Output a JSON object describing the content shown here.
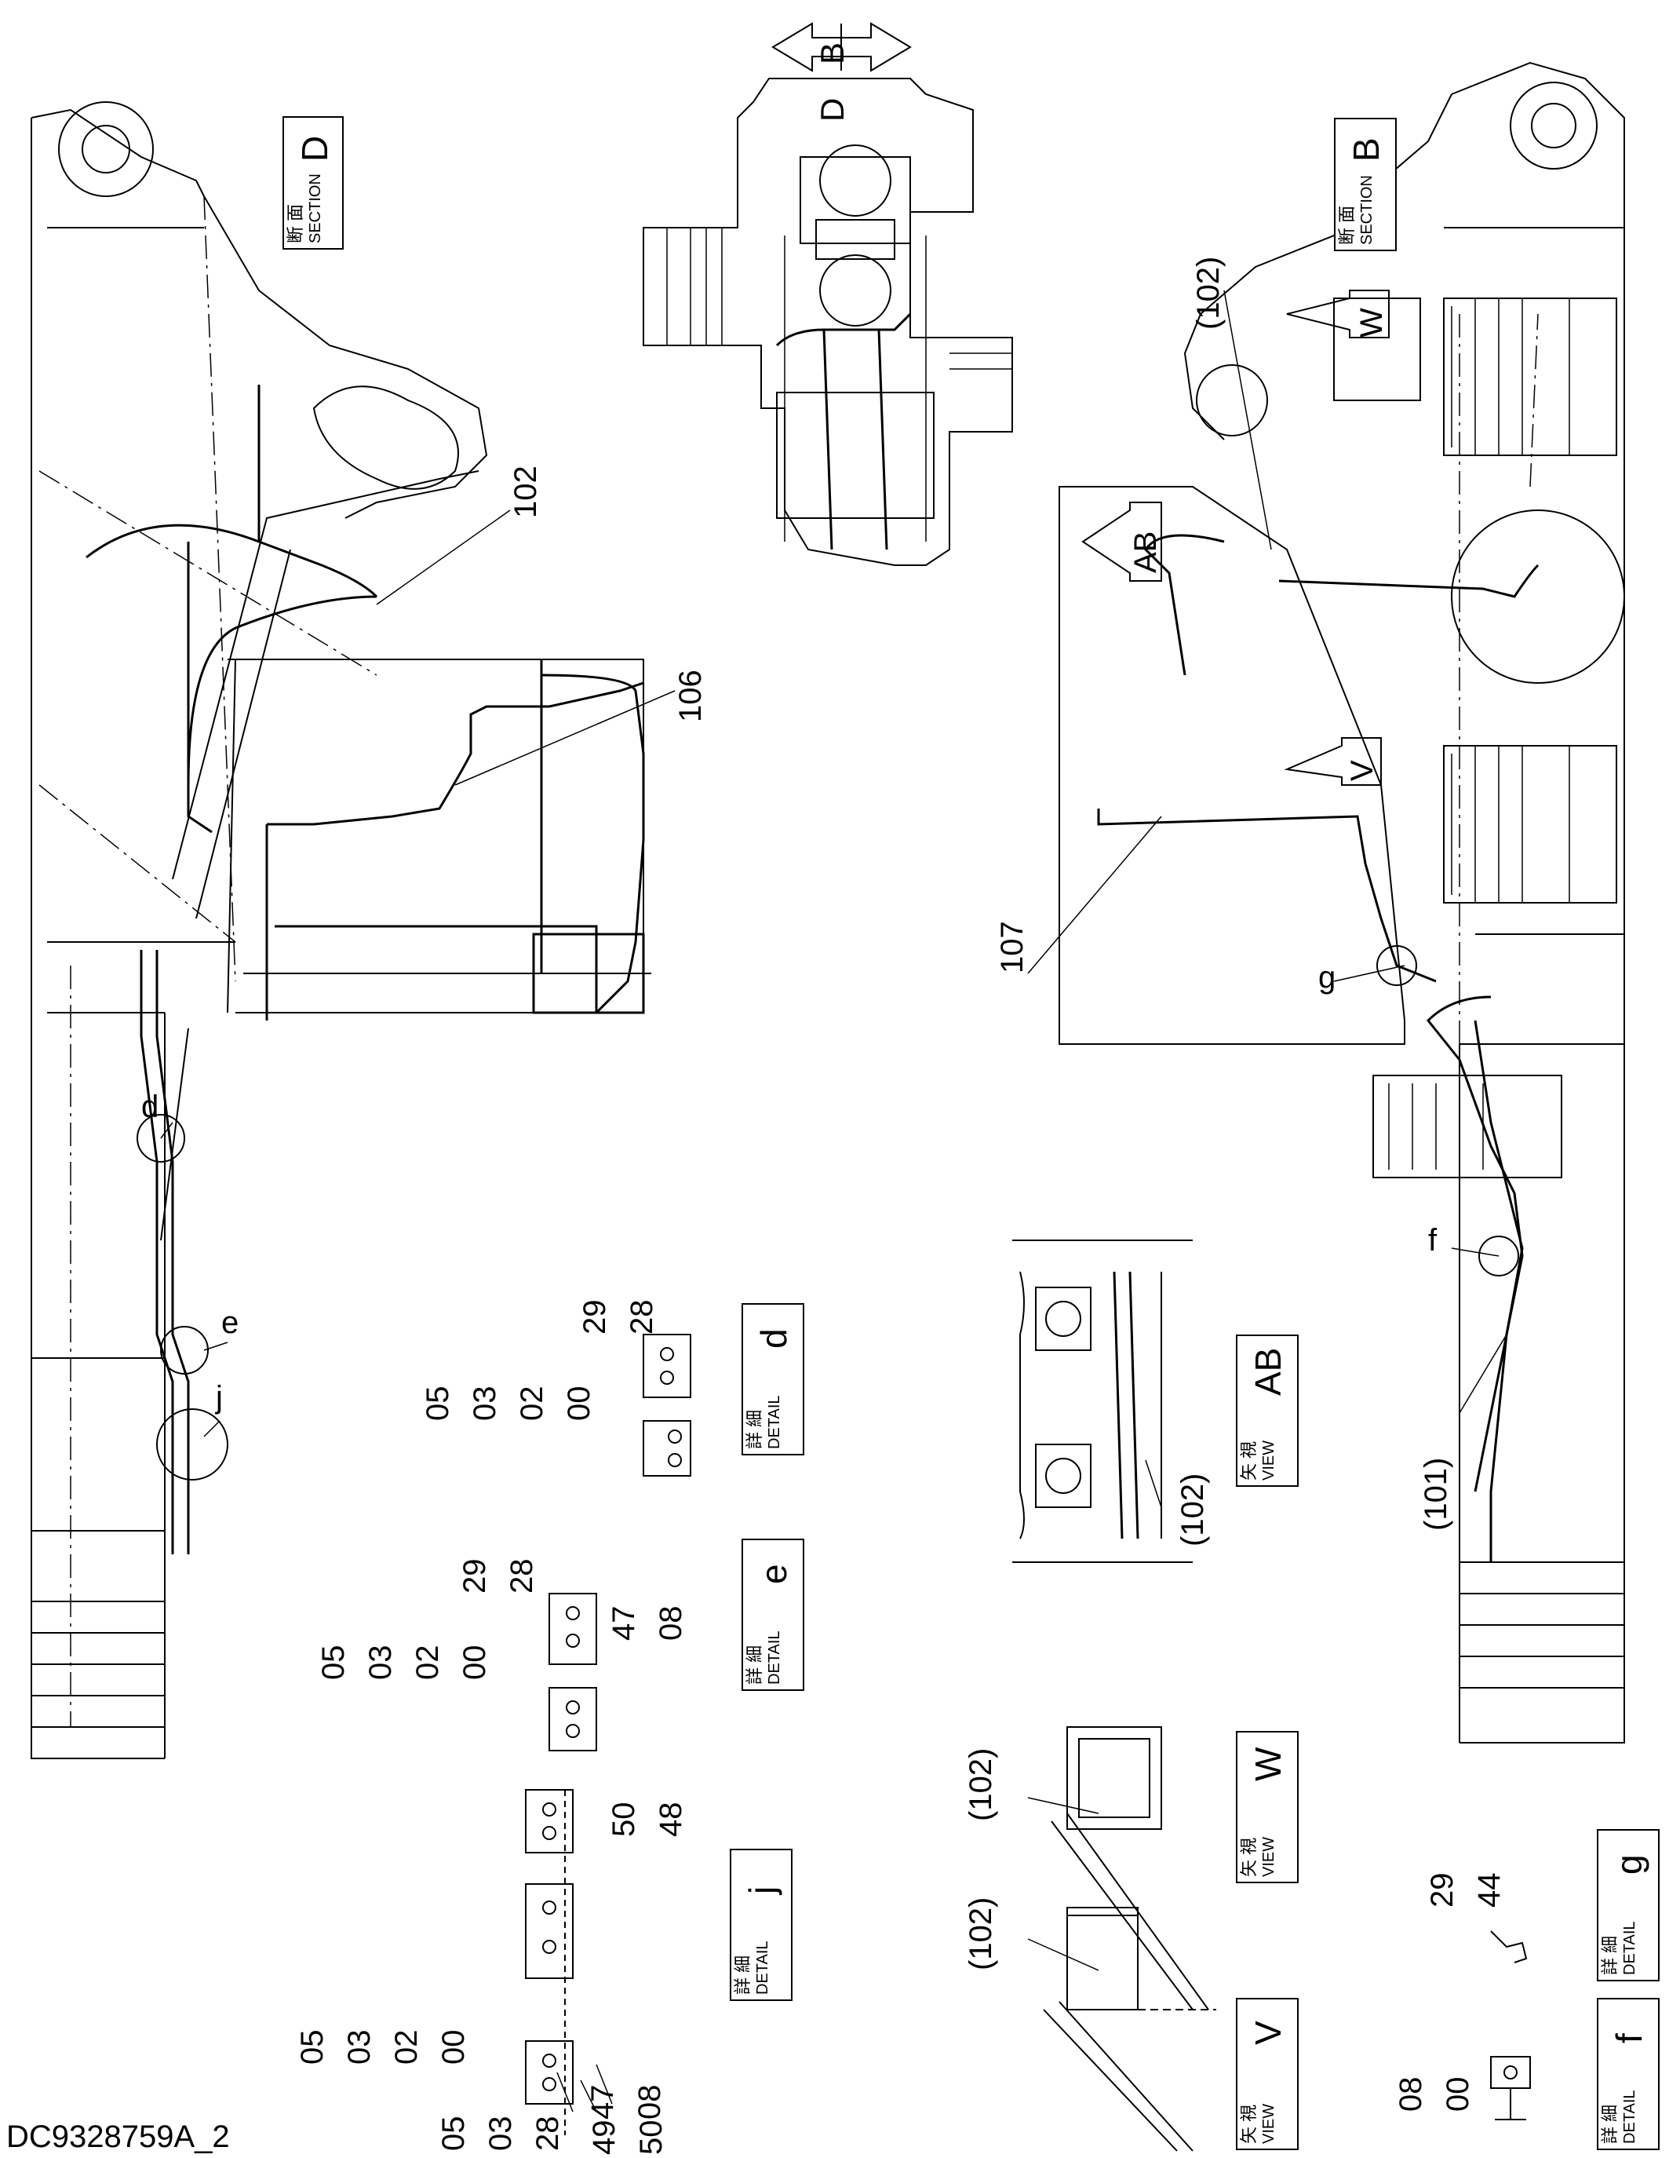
{
  "document": {
    "drawing_number": "DC9328759A_2"
  },
  "direction_arrow": {
    "left_letter": "B",
    "right_letter": "D"
  },
  "boxes": {
    "section_d": {
      "jp": "断 面",
      "en": "SECTION",
      "letter": "D"
    },
    "section_b": {
      "jp": "断 面",
      "en": "SECTION",
      "letter": "B"
    },
    "detail_d": {
      "jp": "詳 細",
      "en": "DETAIL",
      "letter": "d"
    },
    "detail_e": {
      "jp": "詳 細",
      "en": "DETAIL",
      "letter": "e"
    },
    "detail_j": {
      "jp": "詳 細",
      "en": "DETAIL",
      "letter": "j"
    },
    "detail_g": {
      "jp": "詳 細",
      "en": "DETAIL",
      "letter": "g"
    },
    "detail_f": {
      "jp": "詳 細",
      "en": "DETAIL",
      "letter": "f"
    },
    "view_ab": {
      "jp": "矢 視",
      "en": "VIEW",
      "letter": "AB"
    },
    "view_w": {
      "jp": "矢 視",
      "en": "VIEW",
      "letter": "W"
    },
    "view_v": {
      "jp": "矢 視",
      "en": "VIEW",
      "letter": "V"
    }
  },
  "view_markers": {
    "w": "W",
    "ab": "AB",
    "v": "V"
  },
  "callouts": {
    "c102_left": "102",
    "c106": "106",
    "c102_right": "(102)",
    "c107": "107",
    "c101": "(101)",
    "c102_view_ab": "(102)",
    "c102_view_w": "(102)",
    "c102_view_v": "(102)",
    "d": "d",
    "e": "e",
    "j": "j",
    "g": "g",
    "f": "f"
  },
  "detail_d_parts": {
    "p1": "05",
    "p2": "03",
    "p3": "02",
    "p4": "00",
    "p5": "29",
    "p6": "28"
  },
  "detail_e_parts": {
    "p1": "05",
    "p2": "03",
    "p3": "02",
    "p4": "00",
    "p5": "29",
    "p6": "28",
    "p7": "47",
    "p8": "08"
  },
  "detail_j_parts": {
    "p1": "50",
    "p2": "48",
    "p3": "05",
    "p4": "03",
    "p5": "02",
    "p6": "00",
    "p7": "47",
    "p8": "08",
    "p9": "05",
    "p10": "03",
    "p11": "28",
    "p12": "49",
    "p13": "50"
  },
  "detail_g_parts": {
    "p1": "29",
    "p2": "44"
  },
  "detail_f_parts": {
    "p1": "08",
    "p2": "00"
  }
}
